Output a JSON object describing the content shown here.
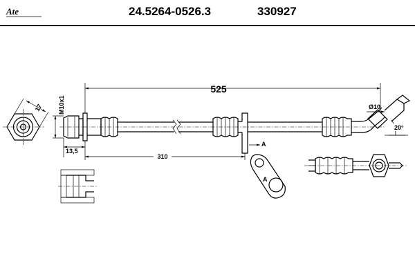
{
  "header": {
    "logo": "Ate",
    "part_number": "24.5264-0526.3",
    "reference": "330927"
  },
  "dimensions": {
    "total_length": "525",
    "mid_length": "310",
    "thread": "M10x1",
    "nut_width": "17",
    "offset": "13,5",
    "diameter": "Ø10",
    "angle": "20°"
  },
  "labels": {
    "section_a": "A",
    "view_a": "A"
  }
}
